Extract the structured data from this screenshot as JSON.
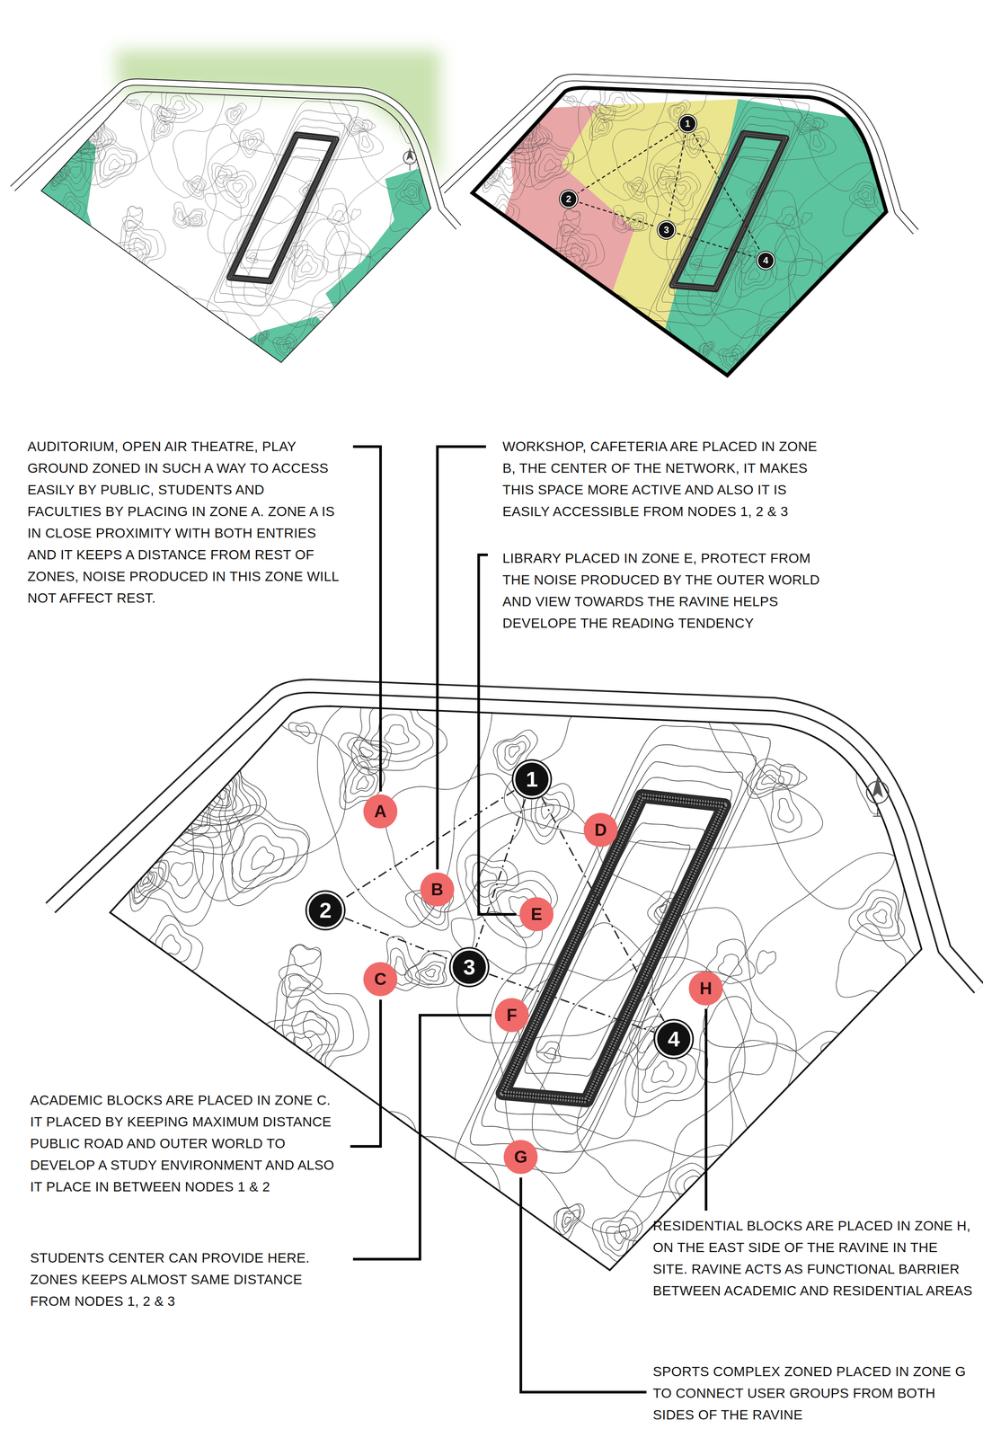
{
  "diagram": {
    "nodes": [
      {
        "text": [
          "1"
        ]
      },
      {
        "text": [
          "2"
        ]
      },
      {
        "text": [
          "3"
        ]
      },
      {
        "text": [
          "4"
        ]
      },
      {
        "text": [
          "1"
        ]
      },
      {
        "text": [
          "A"
        ]
      },
      {
        "text": [
          "D"
        ]
      },
      {
        "text": [
          "2"
        ]
      },
      {
        "text": [
          "B"
        ]
      },
      {
        "text": [
          "E"
        ]
      },
      {
        "text": [
          "3"
        ]
      },
      {
        "text": [
          "C"
        ]
      },
      {
        "text": [
          "H"
        ]
      },
      {
        "text": [
          "F"
        ]
      },
      {
        "text": [
          "4"
        ]
      },
      {
        "text": [
          "G"
        ]
      }
    ],
    "edges": [
      {
        "from": 0,
        "to": 1,
        "arrow": "none"
      },
      {
        "from": 0,
        "to": 2,
        "arrow": "none"
      },
      {
        "from": 0,
        "to": 3,
        "arrow": "none"
      },
      {
        "from": 1,
        "to": 2,
        "arrow": "none"
      },
      {
        "from": 2,
        "to": 3,
        "arrow": "none"
      },
      {
        "from": 4,
        "to": 7,
        "arrow": "none"
      },
      {
        "from": 4,
        "to": 10,
        "arrow": "none"
      },
      {
        "from": 4,
        "to": 14,
        "arrow": "none"
      },
      {
        "from": 7,
        "to": 10,
        "arrow": "none"
      },
      {
        "from": 10,
        "to": 14,
        "arrow": "none"
      }
    ],
    "labels": [
      "AUDITORIUM, OPEN AIR THEATRE, PLAY GROUND ZONED IN SUCH A WAY TO ACCESS EASILY BY PUBLIC, STUDENTS AND FACULTIES BY PLACING IN ZONE A. ZONE A IS IN CLOSE PROXIMITY WITH BOTH ENTRIES AND IT KEEPS A DISTANCE FROM REST OF ZONES, NOISE PRODUCED IN THIS ZONE WILL NOT AFFECT REST.",
      "WORKSHOP, CAFETERIA ARE PLACED IN ZONE B, THE CENTER OF THE NETWORK, IT MAKES THIS SPACE MORE ACTIVE AND ALSO IT IS EASILY ACCESSIBLE FROM NODES 1, 2 & 3",
      "LIBRARY PLACED IN ZONE E, PROTECT FROM THE NOISE PRODUCED BY THE OUTER WORLD AND VIEW TOWARDS THE RAVINE HELPS DEVELOPE THE READING TENDENCY",
      "ACADEMIC BLOCKS ARE PLACED IN ZONE C. IT PLACED BY KEEPING MAXIMUM DISTANCE PUBLIC ROAD AND OUTER WORLD TO DEVELOP A STUDY ENVIRONMENT AND ALSO IT PLACE IN BETWEEN NODES 1 & 2",
      "STUDENTS CENTER CAN PROVIDE HERE. ZONES KEEPS ALMOST SAME DISTANCE FROM NODES 1, 2 & 3",
      "RESIDENTIAL BLOCKS ARE PLACED IN ZONE H, ON THE EAST SIDE OF THE RAVINE IN THE SITE. RAVINE ACTS AS FUNCTIONAL BARRIER BETWEEN ACADEMIC AND RESIDENTIAL AREAS",
      "SPORTS COMPLEX ZONED PLACED IN ZONE G TO CONNECT USER GROUPS FROM BOTH SIDES OF THE RAVINE"
    ]
  }
}
